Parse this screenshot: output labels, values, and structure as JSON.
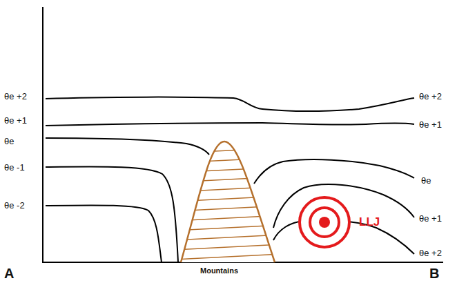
{
  "diagram": {
    "labels": [
      "θe +2",
      "θe +1",
      "θe",
      "θe -1",
      "θe -2",
      "θe +2",
      "θe +1",
      "θe",
      "θe +1",
      "θe +2",
      "Mountains",
      "A",
      "B",
      "LLJ"
    ]
  }
}
